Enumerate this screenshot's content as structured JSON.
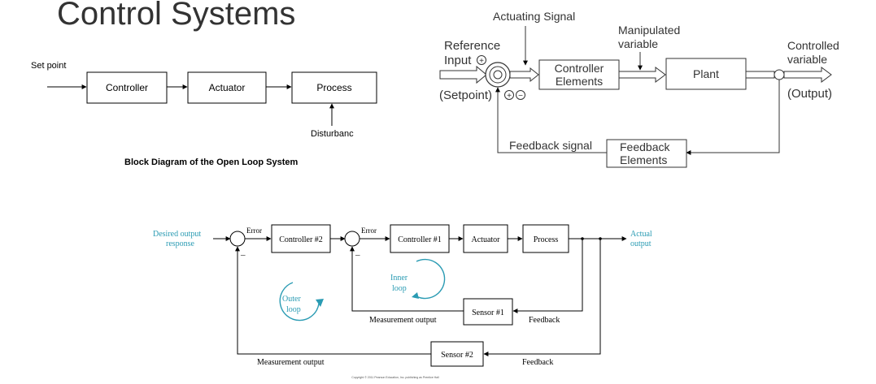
{
  "slide": {
    "title": "Control Systems"
  },
  "open_loop": {
    "input_label": "Set point",
    "blocks": [
      "Controller",
      "Actuator",
      "Process"
    ],
    "disturbance_label": "Disturbanc",
    "caption": "Block Diagram of the Open Loop System"
  },
  "closed_loop": {
    "actuating_signal": "Actuating Signal",
    "manipulated_line1": "Manipulated",
    "manipulated_line2": "variable",
    "reference_line1": "Reference",
    "reference_line2": "Input",
    "setpoint": "(Setpoint)",
    "controller_line1": "Controller",
    "controller_line2": "Elements",
    "plant": "Plant",
    "controlled_line1": "Controlled",
    "controlled_line2": "variable",
    "output": "(Output)",
    "feedback_signal": "Feedback signal",
    "feedback_line1": "Feedback",
    "feedback_line2": "Elements",
    "plus": "+",
    "minus": "−"
  },
  "cascade": {
    "desired_line1": "Desired output",
    "desired_line2": "response",
    "error": "Error",
    "controller2": "Controller #2",
    "controller1": "Controller #1",
    "actuator": "Actuator",
    "process": "Process",
    "actual_line1": "Actual",
    "actual_line2": "output",
    "inner_line1": "Inner",
    "inner_line2": "loop",
    "outer_line1": "Outer",
    "outer_line2": "loop",
    "sensor1": "Sensor #1",
    "sensor2": "Sensor #2",
    "measurement_output": "Measurement output",
    "feedback": "Feedback",
    "minus_sign": "_",
    "copyright": "Copyright © 2011 Pearson Education, Inc. publishing as Prentice Hall"
  },
  "colors": {
    "line": "#000000",
    "teal": "#2a9bb3",
    "gray_line": "#666666"
  }
}
